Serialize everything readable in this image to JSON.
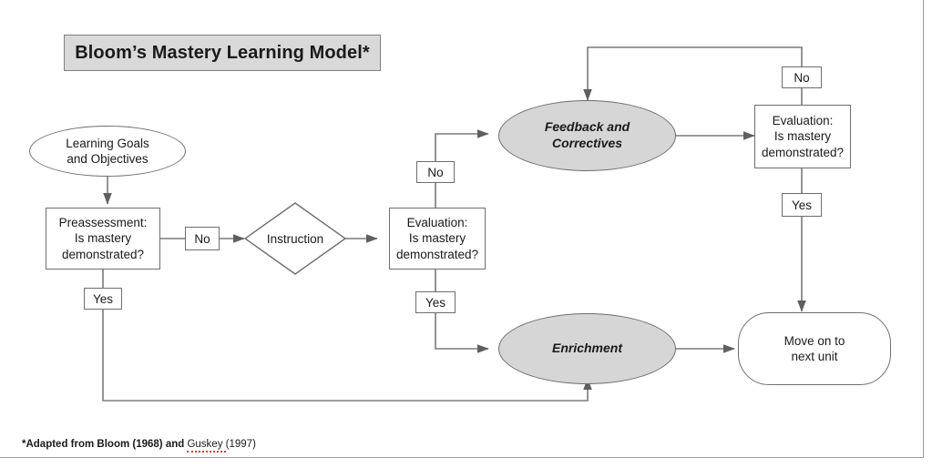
{
  "slide": {
    "title": "Bloom’s Mastery Learning Model*",
    "footnote": {
      "prefix": "*Adapted from Bloom (1968) and ",
      "flagged_word": "Guskey ",
      "suffix": "(1997)"
    },
    "colors": {
      "gray_fill": "#d6d6d6",
      "title_fill": "#d9d9d9",
      "stroke": "#6e6e6e",
      "text": "#1a1a1a",
      "spellcheck_underline": "#e03a3a"
    }
  },
  "nodes": {
    "learning_goals": {
      "label": "Learning Goals\nand Objectives",
      "shape": "ellipse",
      "fill": "white"
    },
    "preassessment": {
      "label": "Preassessment:\nIs mastery\ndemonstrated?",
      "shape": "rectangle",
      "fill": "white"
    },
    "instruction": {
      "label": "Instruction",
      "shape": "diamond",
      "fill": "white"
    },
    "evaluation_mid": {
      "label": "Evaluation:\nIs mastery\ndemonstrated?",
      "shape": "rectangle",
      "fill": "white"
    },
    "feedback": {
      "label": "Feedback and\nCorrectives",
      "shape": "ellipse",
      "fill": "gray"
    },
    "evaluation_right": {
      "label": "Evaluation:\nIs mastery\ndemonstrated?",
      "shape": "rectangle",
      "fill": "white"
    },
    "enrichment": {
      "label": "Enrichment",
      "shape": "ellipse",
      "fill": "gray"
    },
    "next_unit": {
      "label": "Move on to\nnext unit",
      "shape": "rounded-rectangle",
      "fill": "white"
    }
  },
  "edge_labels": {
    "preassessment_no": "No",
    "preassessment_yes": "Yes",
    "evaluation_mid_no": "No",
    "evaluation_mid_yes": "Yes",
    "evaluation_right_no": "No",
    "evaluation_right_yes": "Yes"
  }
}
